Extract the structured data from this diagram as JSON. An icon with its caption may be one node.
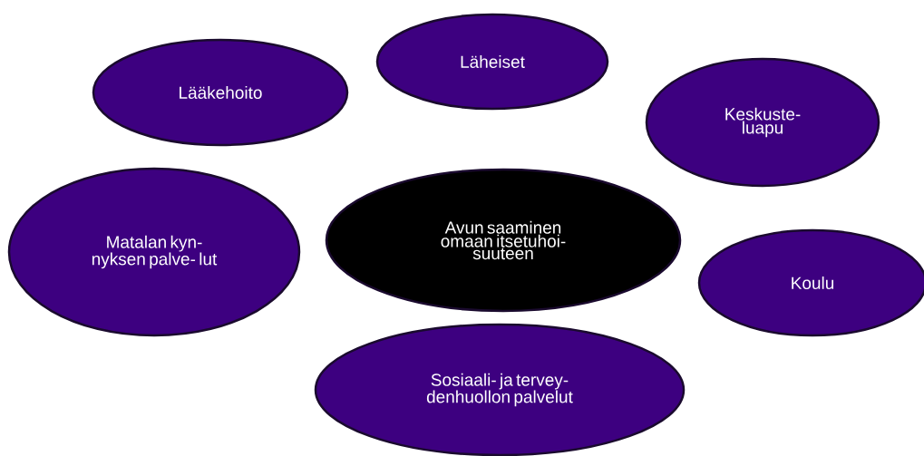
{
  "diagram": {
    "nodes": [
      {
        "text": [
          "Lääkehoito"
        ]
      },
      {
        "text": [
          "Läheiset"
        ]
      },
      {
        "text": [
          "Keskuste- luapu"
        ]
      },
      {
        "text": [
          "Matalan kyn- nyksen palve- lut"
        ]
      },
      {
        "text": [
          "Avun saaminen omaan itsetuhoi- suuteen"
        ]
      },
      {
        "text": [
          "Koulu"
        ]
      },
      {
        "text": [
          "Sosiaali- ja tervey- denhuollon palvelut"
        ]
      }
    ]
  }
}
